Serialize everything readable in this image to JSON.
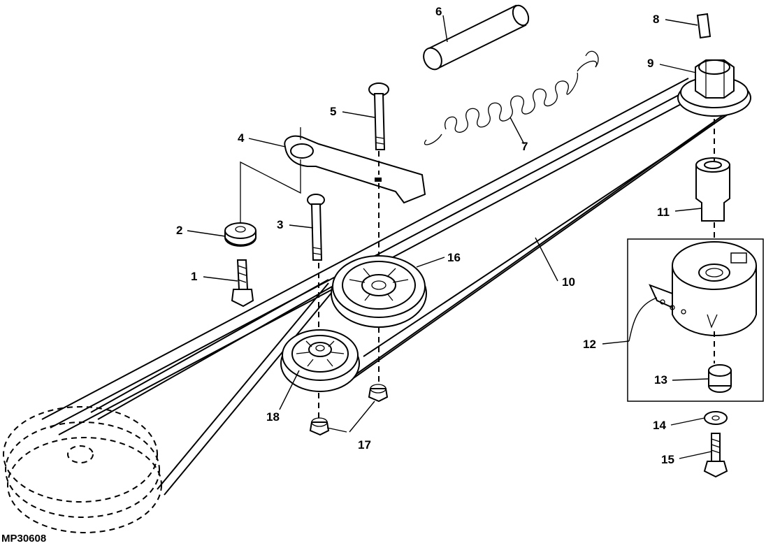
{
  "diagram": {
    "figure_id": "MP30608",
    "callouts": {
      "c1": "1",
      "c2": "2",
      "c3": "3",
      "c4": "4",
      "c5": "5",
      "c6": "6",
      "c7": "7",
      "c8": "8",
      "c9": "9",
      "c10": "10",
      "c11": "11",
      "c12": "12",
      "c13": "13",
      "c14": "14",
      "c15": "15",
      "c16": "16",
      "c17": "17",
      "c18": "18"
    }
  }
}
